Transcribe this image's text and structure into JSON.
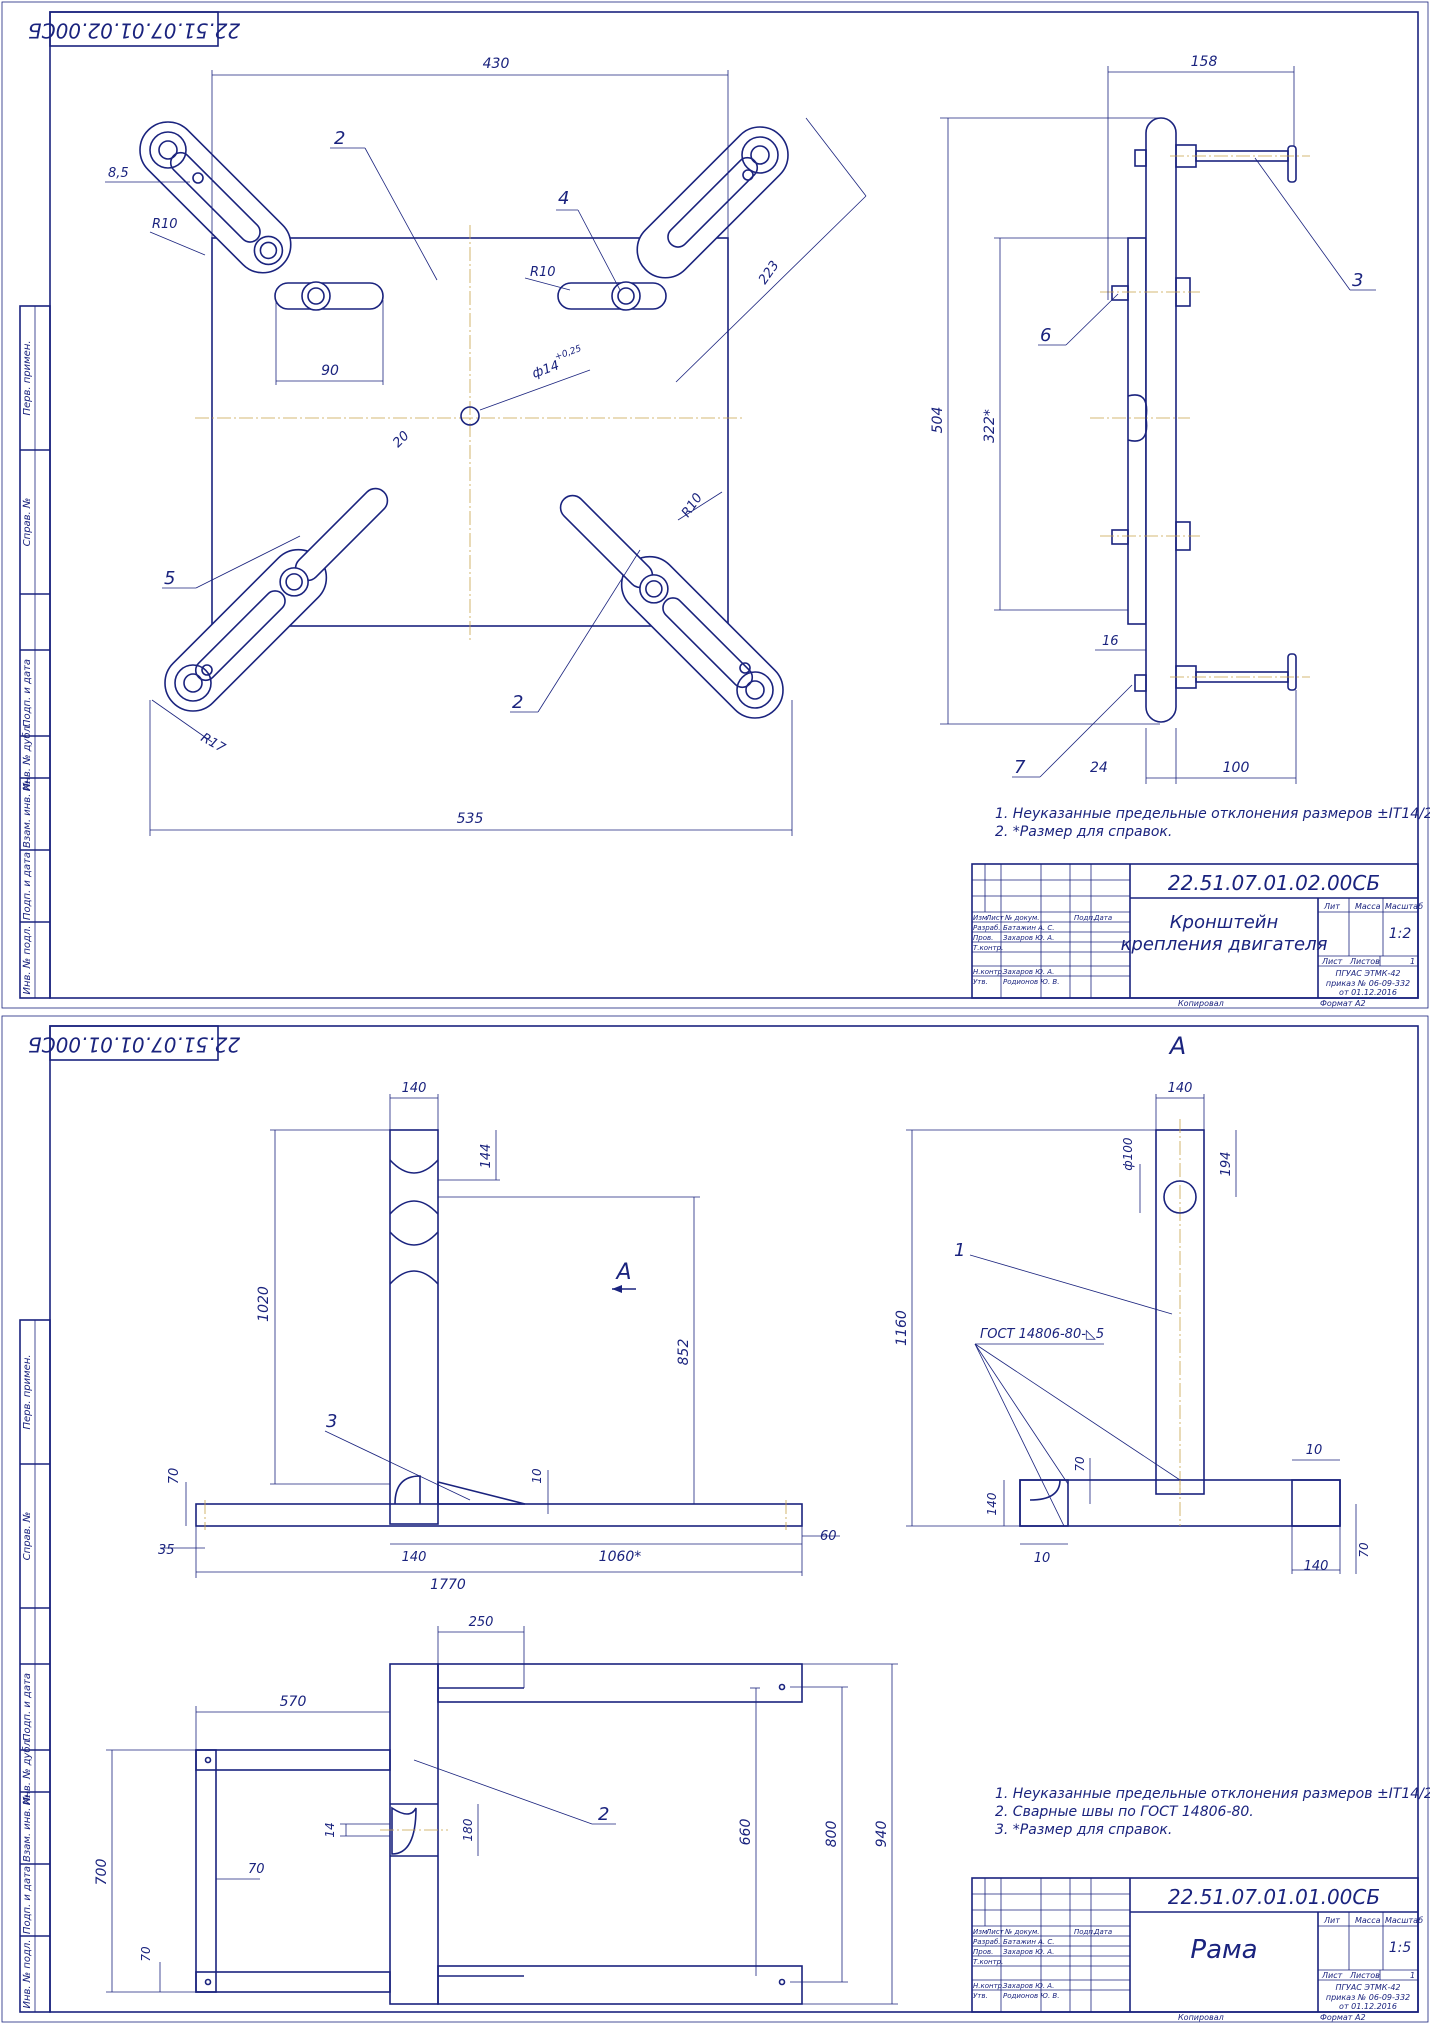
{
  "sheet1": {
    "code_rotated": "22.51.07.01.02.00СБ",
    "dims": {
      "top_width": "430",
      "hole_dia": "8,5",
      "r_slot_left": "R10",
      "r_slot_mid": "R10",
      "r_slot_right": "R10",
      "r_bottom": "R17",
      "slot_len": "223",
      "pitch": "90",
      "center_hole": "ф14",
      "center_tol": "+0,25",
      "arm_width": "20",
      "overall": "535",
      "side_width": "158",
      "height_total": "504",
      "height_ref": "322*",
      "plate_thk": "16",
      "bolt_offset": "24",
      "pin_len": "100"
    },
    "items": {
      "p1": "2",
      "p2": "4",
      "p3": "5",
      "p4": "2",
      "p5": "3",
      "p6": "6",
      "p7": "7"
    },
    "notes": {
      "n1": "1. Неуказанные предельные отклонения размеров ±IT14/2",
      "n2": "2. *Размер для справок."
    },
    "title_block": {
      "code": "22.51.07.01.02.00СБ",
      "name1": "Кронштейн",
      "name2": "крепления двигателя",
      "h_izm": "Изм",
      "h_list": "Лист",
      "h_doc": "№ докум.",
      "h_sign": "Подп.",
      "h_date": "Дата",
      "r_razrab": "Разраб.",
      "n_razrab": "Батажин А. С.",
      "r_prov": "Пров.",
      "n_prov": "Захаров Ю. А.",
      "r_tkontr": "Т.контр.",
      "r_nkontr": "Н.контр.",
      "n_nkontr": "Захаров Ю. А.",
      "r_utv": "Утв.",
      "n_utv": "Родионов Ю. В.",
      "lit": "Лит",
      "massa": "Масса",
      "masshtab": "Масштаб",
      "scale": "1:2",
      "list_lbl": "Лист",
      "listov_lbl": "Листов",
      "listov_val": "1",
      "org1": "ПГУАС ЭТМК-42",
      "org2": "приказ № 06-09-332",
      "org3": "от 01.12.2016",
      "kopiroval": "Копировал",
      "format": "Формат    А2"
    }
  },
  "sheet2": {
    "code_rotated": "22.51.07.01.01.00СБ",
    "view_label": "А",
    "view_arrow": "А",
    "dims": {
      "col_w": "140",
      "notch": "144",
      "h1020": "1020",
      "h852": "852",
      "base_h": "70",
      "rib": "10",
      "end35": "35",
      "col140": "140",
      "len1060": "1060*",
      "end60": "60",
      "len1770": "1770",
      "a_w": "140",
      "a_hole": "ф100",
      "a_194": "194",
      "a_1160": "1160",
      "a_70": "70",
      "a_140v": "140",
      "a_10b": "10",
      "a_10r": "10",
      "a_70r": "70",
      "a_140b": "140",
      "p_250": "250",
      "p_570": "570",
      "p_14": "14",
      "p_180": "180",
      "p_660": "660",
      "p_800": "800",
      "p_940": "940",
      "p_700": "700",
      "p_70a": "70",
      "p_70b": "70"
    },
    "items": {
      "i1": "1",
      "i2": "2",
      "i3": "3"
    },
    "weld": "ГОСТ 14806-80-◺5",
    "notes": {
      "n1": "1. Неуказанные предельные отклонения размеров ±IT14/2",
      "n2": "2. Сварные швы по ГОСТ 14806-80.",
      "n3": "3. *Размер для справок."
    },
    "title_block": {
      "code": "22.51.07.01.01.00СБ",
      "name1": "Рама",
      "h_izm": "Изм",
      "h_list": "Лист",
      "h_doc": "№ докум.",
      "h_sign": "Подп.",
      "h_date": "Дата",
      "r_razrab": "Разраб.",
      "n_razrab": "Батажин А. С.",
      "r_prov": "Пров.",
      "n_prov": "Захаров Ю. А.",
      "r_tkontr": "Т.контр.",
      "r_nkontr": "Н.контр.",
      "n_nkontr": "Захаров Ю. А.",
      "r_utv": "Утв.",
      "n_utv": "Родионов Ю. В.",
      "lit": "Лит",
      "massa": "Масса",
      "masshtab": "Масштаб",
      "scale": "1:5",
      "list_lbl": "Лист",
      "listov_lbl": "Листов",
      "listov_val": "1",
      "org1": "ПГУАС ЭТМК-42",
      "org2": "приказ № 06-09-332",
      "org3": "от 01.12.2016",
      "kopiroval": "Копировал",
      "format": "Формат    А2"
    }
  },
  "side_strip": {
    "s1": "Перв. примен.",
    "s2": "Справ. №",
    "s3": "Подп. и дата",
    "s4": "Инв. № дубл.",
    "s5": "Взам. инв. №",
    "s6": "Подп. и дата",
    "s7": "Инв. № подл."
  }
}
